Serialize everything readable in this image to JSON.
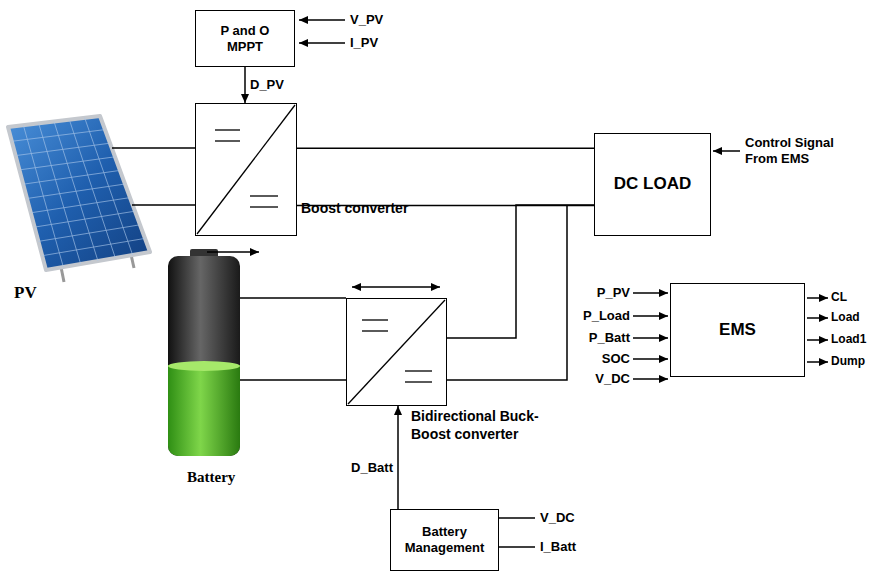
{
  "diagram": {
    "nodes": [
      {
        "text": [
          "P and O MPPT"
        ]
      },
      {
        "text": [
          "Boost converter"
        ]
      },
      {
        "text": [
          "DC LOAD"
        ]
      },
      {
        "text": [
          "EMS"
        ]
      },
      {
        "text": [
          "Bidirectional Buck-Boost converter"
        ]
      },
      {
        "text": [
          "Battery Management"
        ]
      }
    ],
    "edges": [
      {
        "from": 0,
        "to": 1,
        "label": "D_PV",
        "arrow": "to"
      },
      {
        "from": 1,
        "to": 2,
        "arrow": "none"
      },
      {
        "from": 5,
        "to": 4,
        "label": "D_Batt",
        "arrow": "to"
      },
      {
        "from": 4,
        "to": 2,
        "arrow": "none"
      }
    ],
    "labels": [
      "V_PV",
      "I_PV",
      "Control Signal From EMS",
      "P_PV",
      "P_Load",
      "P_Batt",
      "SOC",
      "V_DC",
      "CL",
      "Load",
      "Load1",
      "Dump",
      "PV",
      "Battery",
      "V_DC",
      "I_Batt"
    ]
  }
}
